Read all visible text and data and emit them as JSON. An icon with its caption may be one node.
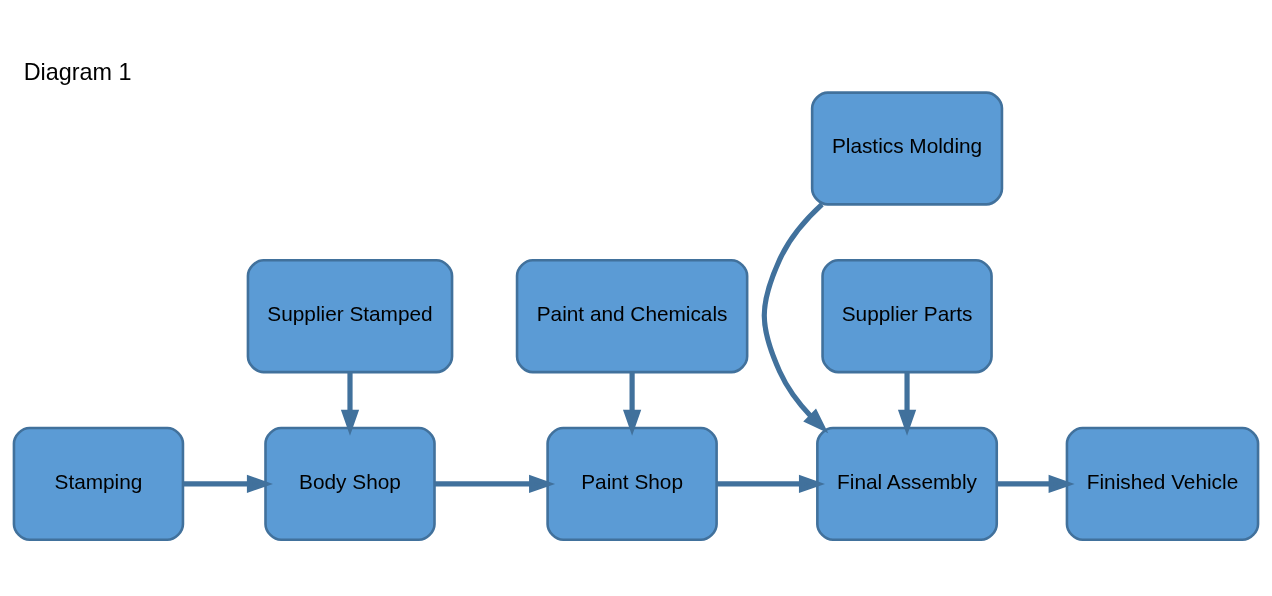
{
  "diagram": {
    "title": "Diagram 1",
    "nodes": [
      {
        "text": [
          "Stamping"
        ]
      },
      {
        "text": [
          "Body Shop"
        ]
      },
      {
        "text": [
          "Paint Shop"
        ]
      },
      {
        "text": [
          "Plastics Molding"
        ]
      },
      {
        "text": [
          "Final Assembly"
        ]
      },
      {
        "text": [
          "Finished Vehicle"
        ]
      },
      {
        "text": [
          "Supplier Stamped"
        ]
      },
      {
        "text": [
          "Paint and Chemicals"
        ]
      },
      {
        "text": [
          "Supplier Parts"
        ]
      }
    ],
    "edges": [
      {
        "from": 0,
        "to": 1,
        "arrow": "to"
      },
      {
        "from": 1,
        "to": 2,
        "arrow": "to"
      },
      {
        "from": 2,
        "to": 4,
        "arrow": "to"
      },
      {
        "from": 4,
        "to": 5,
        "arrow": "to"
      },
      {
        "from": 3,
        "to": 4,
        "arrow": "to"
      },
      {
        "from": 6,
        "to": 1,
        "arrow": "to"
      },
      {
        "from": 7,
        "to": 2,
        "arrow": "to"
      },
      {
        "from": 8,
        "to": 4,
        "arrow": "to"
      }
    ]
  }
}
